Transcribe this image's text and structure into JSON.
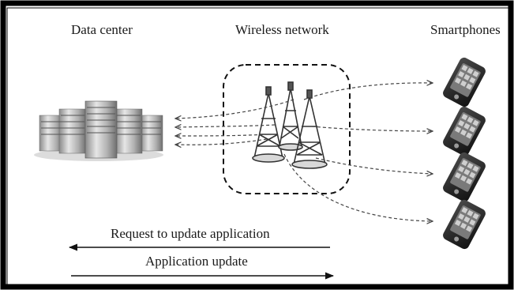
{
  "labels": {
    "data_center": "Data center",
    "wireless_network": "Wireless network",
    "smartphones": "Smartphones",
    "request": "Request to update application",
    "update": "Application update"
  },
  "icons": {
    "server": "server-rack-icon",
    "tower": "cell-tower-icon",
    "phone": "smartphone-icon"
  },
  "colors": {
    "border": "#000000",
    "dashed_line": "#555555",
    "server_metal": "#b8b8b8",
    "phone_body": "#2a2a2a"
  }
}
